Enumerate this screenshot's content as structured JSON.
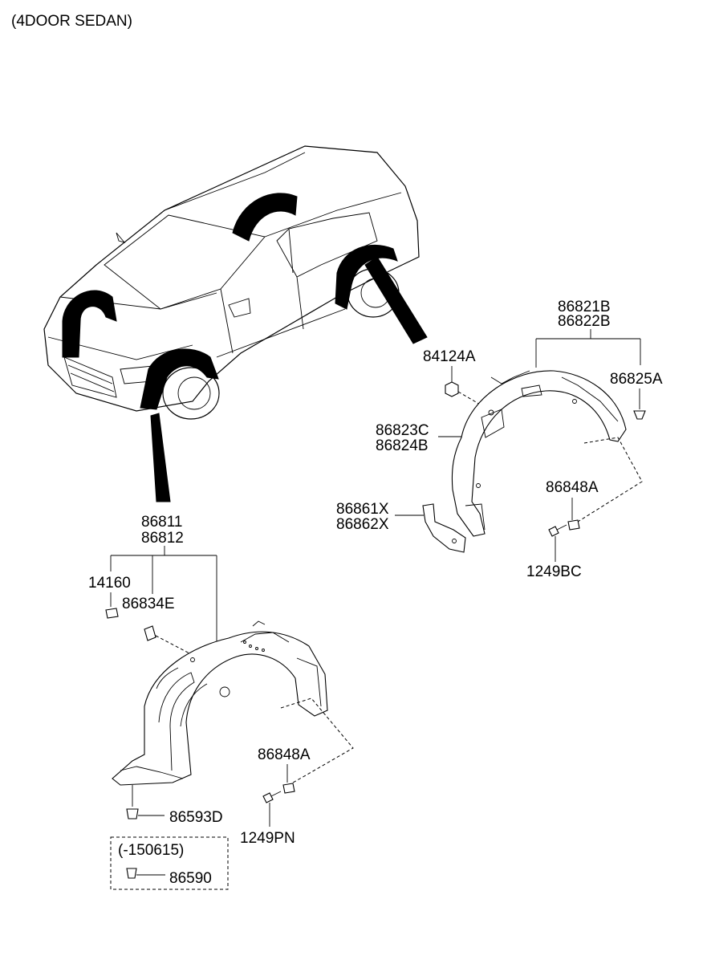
{
  "header": {
    "title": "(4DOOR SEDAN)"
  },
  "labels": {
    "rear_liner_a": "86821B",
    "rear_liner_b": "86822B",
    "nut_84124A": "84124A",
    "clip_86825A": "86825A",
    "rear_guard_a": "86823C",
    "rear_guard_b": "86824B",
    "bracket_a": "86861X",
    "bracket_b": "86862X",
    "rear_clip": "86848A",
    "rear_screw": "1249BC",
    "front_liner_a": "86811",
    "front_liner_b": "86812",
    "pin_14160": "14160",
    "clip_86834E": "86834E",
    "front_clip": "86848A",
    "front_screw": "1249PN",
    "fastener_86593D": "86593D",
    "range_note": "(-150615)",
    "fastener_86590": "86590"
  },
  "icons": {
    "car": "sedan-outline-icon",
    "front_liner": "front-wheel-guard-icon",
    "rear_liner": "rear-wheel-guard-icon",
    "screw": "screw-icon",
    "clip": "clip-icon",
    "nut": "nut-icon"
  }
}
